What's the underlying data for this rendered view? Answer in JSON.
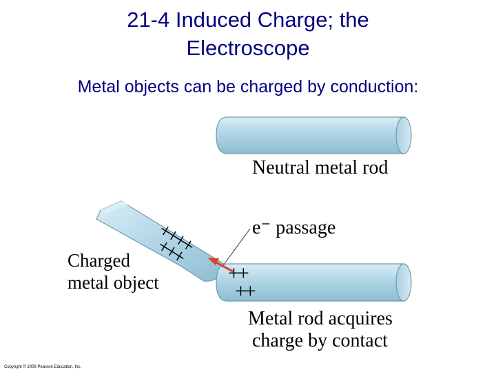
{
  "slide": {
    "title_line1": "21-4 Induced Charge; the",
    "title_line2": "Electroscope",
    "subtitle": "Metal objects can be charged by conduction:",
    "copyright": "Copyright © 2009 Pearson Education, Inc."
  },
  "figure": {
    "neutral_label": "Neutral metal rod",
    "passage_label": "e⁻ passage",
    "charged_object_line1": "Charged",
    "charged_object_line2": "metal object",
    "acquires_line1": "Metal rod acquires",
    "acquires_line2": "charge by contact",
    "object_signs_row1": "++++",
    "object_signs_row2": "+++",
    "rod_signs_row1": "++",
    "rod_signs_row2": "++",
    "colors": {
      "rod_fill": "#a9cfe0",
      "rod_highlight": "#d9eef6",
      "rod_outline": "#6f9bb0",
      "arrow": "#e0402a"
    }
  }
}
